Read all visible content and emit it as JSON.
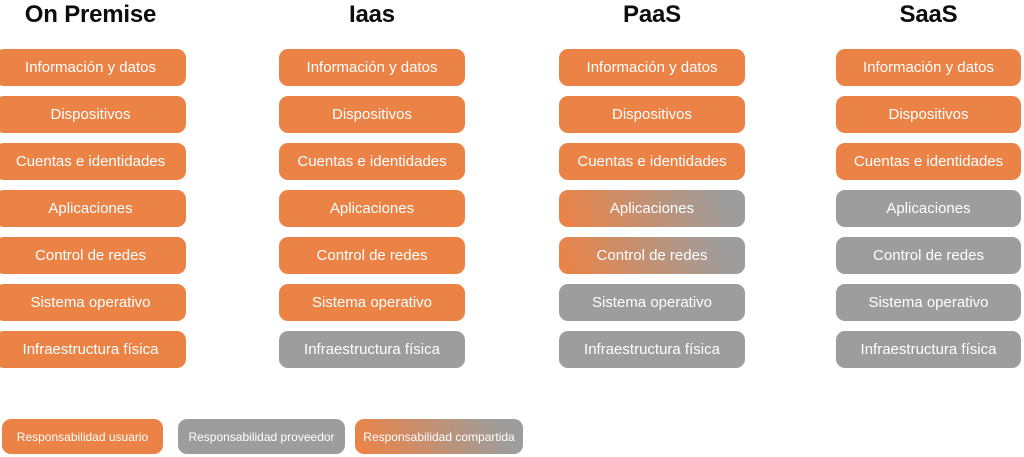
{
  "columns": [
    {
      "id": "on-premise",
      "title": "On Premise",
      "rows": [
        {
          "label": "Información y datos",
          "type": "user"
        },
        {
          "label": "Dispositivos",
          "type": "user"
        },
        {
          "label": "Cuentas e identidades",
          "type": "user"
        },
        {
          "label": "Aplicaciones",
          "type": "user"
        },
        {
          "label": "Control de redes",
          "type": "user"
        },
        {
          "label": "Sistema operativo",
          "type": "user"
        },
        {
          "label": "Infraestructura física",
          "type": "user"
        }
      ]
    },
    {
      "id": "iaas",
      "title": "Iaas",
      "rows": [
        {
          "label": "Información y datos",
          "type": "user"
        },
        {
          "label": "Dispositivos",
          "type": "user"
        },
        {
          "label": "Cuentas e identidades",
          "type": "user"
        },
        {
          "label": "Aplicaciones",
          "type": "user"
        },
        {
          "label": "Control de redes",
          "type": "user"
        },
        {
          "label": "Sistema operativo",
          "type": "user"
        },
        {
          "label": "Infraestructura física",
          "type": "provider"
        }
      ]
    },
    {
      "id": "paas",
      "title": "PaaS",
      "rows": [
        {
          "label": "Información y datos",
          "type": "user"
        },
        {
          "label": "Dispositivos",
          "type": "user"
        },
        {
          "label": "Cuentas e identidades",
          "type": "user"
        },
        {
          "label": "Aplicaciones",
          "type": "shared"
        },
        {
          "label": "Control de redes",
          "type": "shared"
        },
        {
          "label": "Sistema operativo",
          "type": "provider"
        },
        {
          "label": "Infraestructura física",
          "type": "provider"
        }
      ]
    },
    {
      "id": "saas",
      "title": "SaaS",
      "rows": [
        {
          "label": "Información y datos",
          "type": "user"
        },
        {
          "label": "Dispositivos",
          "type": "user"
        },
        {
          "label": "Cuentas e identidades",
          "type": "user"
        },
        {
          "label": "Aplicaciones",
          "type": "provider"
        },
        {
          "label": "Control de redes",
          "type": "provider"
        },
        {
          "label": "Sistema operativo",
          "type": "provider"
        },
        {
          "label": "Infraestructura física",
          "type": "provider"
        }
      ]
    }
  ],
  "legend": {
    "items": [
      {
        "label": "Responsabilidad usuario",
        "type": "user"
      },
      {
        "label": "Responsabilidad proveedor",
        "type": "provider"
      },
      {
        "label": "Responsabilidad compartida",
        "type": "shared"
      }
    ]
  },
  "colors": {
    "user": "#EC8346",
    "provider": "#9D9D9D",
    "shared_gradient_from": "#EC8346",
    "shared_gradient_to": "#9D9D9D",
    "box_text": "#FFFFFF",
    "title_text": "#0D0D0D",
    "background": "#FFFFFF"
  }
}
